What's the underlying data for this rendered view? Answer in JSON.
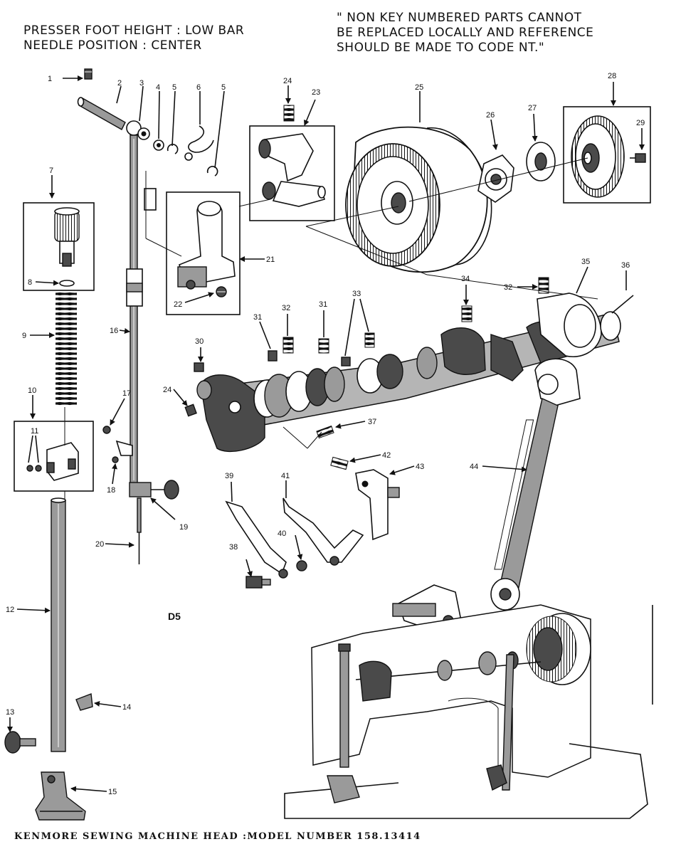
{
  "header_left": [
    "PRESSER FOOT HEIGHT : LOW BAR",
    "NEEDLE POSITION : CENTER"
  ],
  "header_right": [
    "\" NON KEY NUMBERED PARTS CANNOT",
    "BE REPLACED LOCALLY AND REFERENCE",
    "SHOULD BE MADE TO CODE NT.\""
  ],
  "section_label": "D5",
  "footer": "KENMORE SEWING MACHINE HEAD :MODEL NUMBER 158.13414",
  "parts": [
    {
      "id": "p1",
      "label": "1"
    },
    {
      "id": "p2",
      "label": "2"
    },
    {
      "id": "p3",
      "label": "3"
    },
    {
      "id": "p4",
      "label": "4"
    },
    {
      "id": "p5a",
      "label": "5"
    },
    {
      "id": "p6",
      "label": "6"
    },
    {
      "id": "p5b",
      "label": "5"
    },
    {
      "id": "p7",
      "label": "7"
    },
    {
      "id": "p8",
      "label": "8"
    },
    {
      "id": "p9",
      "label": "9"
    },
    {
      "id": "p10",
      "label": "10"
    },
    {
      "id": "p11",
      "label": "11"
    },
    {
      "id": "p12",
      "label": "12"
    },
    {
      "id": "p13",
      "label": "13"
    },
    {
      "id": "p14",
      "label": "14"
    },
    {
      "id": "p15",
      "label": "15"
    },
    {
      "id": "p16",
      "label": "16"
    },
    {
      "id": "p17",
      "label": "17"
    },
    {
      "id": "p18",
      "label": "18"
    },
    {
      "id": "p19",
      "label": "19"
    },
    {
      "id": "p20",
      "label": "20"
    },
    {
      "id": "p21",
      "label": "21"
    },
    {
      "id": "p22",
      "label": "22"
    },
    {
      "id": "p23",
      "label": "23"
    },
    {
      "id": "p24a",
      "label": "24"
    },
    {
      "id": "p24b",
      "label": "24"
    },
    {
      "id": "p25",
      "label": "25"
    },
    {
      "id": "p26",
      "label": "26"
    },
    {
      "id": "p27",
      "label": "27"
    },
    {
      "id": "p28",
      "label": "28"
    },
    {
      "id": "p29",
      "label": "29"
    },
    {
      "id": "p30",
      "label": "30"
    },
    {
      "id": "p31a",
      "label": "31"
    },
    {
      "id": "p32a",
      "label": "32"
    },
    {
      "id": "p31b",
      "label": "31"
    },
    {
      "id": "p33",
      "label": "33"
    },
    {
      "id": "p34",
      "label": "34"
    },
    {
      "id": "p32b",
      "label": "32"
    },
    {
      "id": "p35",
      "label": "35"
    },
    {
      "id": "p36",
      "label": "36"
    },
    {
      "id": "p37",
      "label": "37"
    },
    {
      "id": "p38",
      "label": "38"
    },
    {
      "id": "p39",
      "label": "39"
    },
    {
      "id": "p40",
      "label": "40"
    },
    {
      "id": "p41",
      "label": "41"
    },
    {
      "id": "p42",
      "label": "42"
    },
    {
      "id": "p43",
      "label": "43"
    },
    {
      "id": "p44",
      "label": "44"
    }
  ]
}
